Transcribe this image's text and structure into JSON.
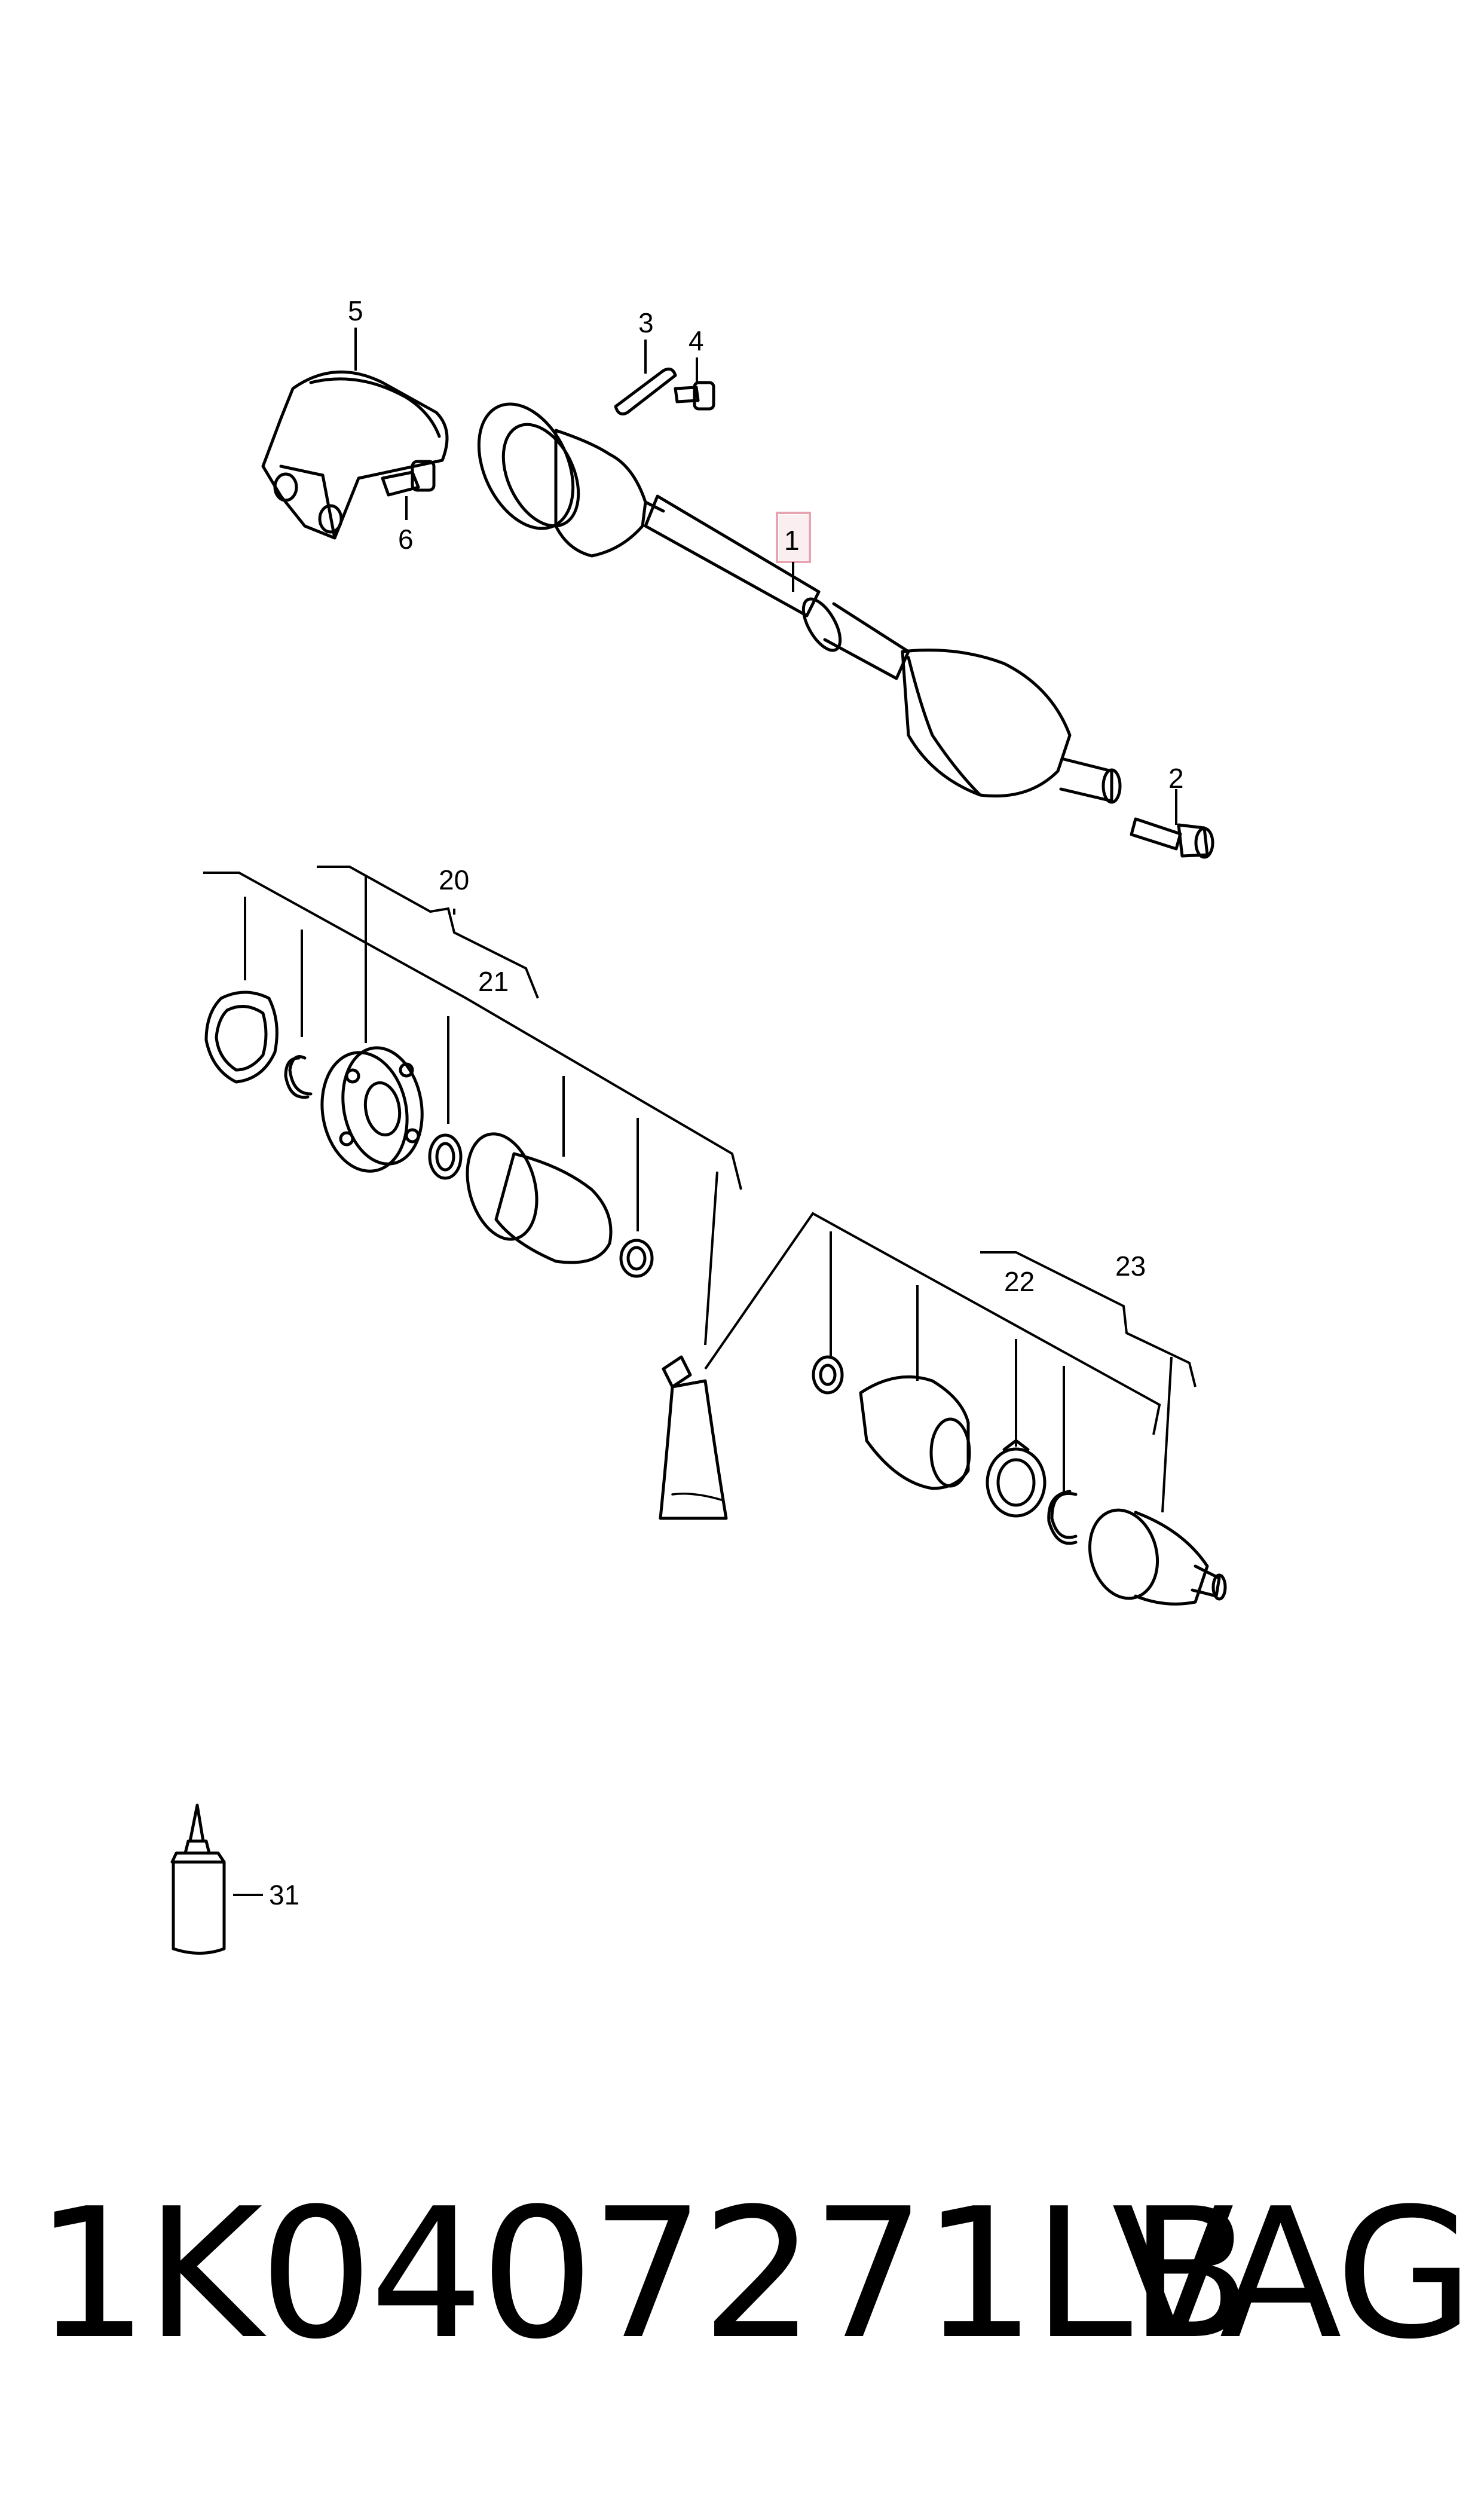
{
  "callouts": {
    "c1": "1",
    "c2": "2",
    "c3": "3",
    "c4": "4",
    "c5": "5",
    "c6": "6",
    "c20": "20",
    "c21": "21",
    "c22": "22",
    "c23": "23",
    "c31": "31"
  },
  "highlight_color": "#e8a3b0",
  "footer": {
    "part_number": "1K0407271LB",
    "brand": "VAG"
  }
}
